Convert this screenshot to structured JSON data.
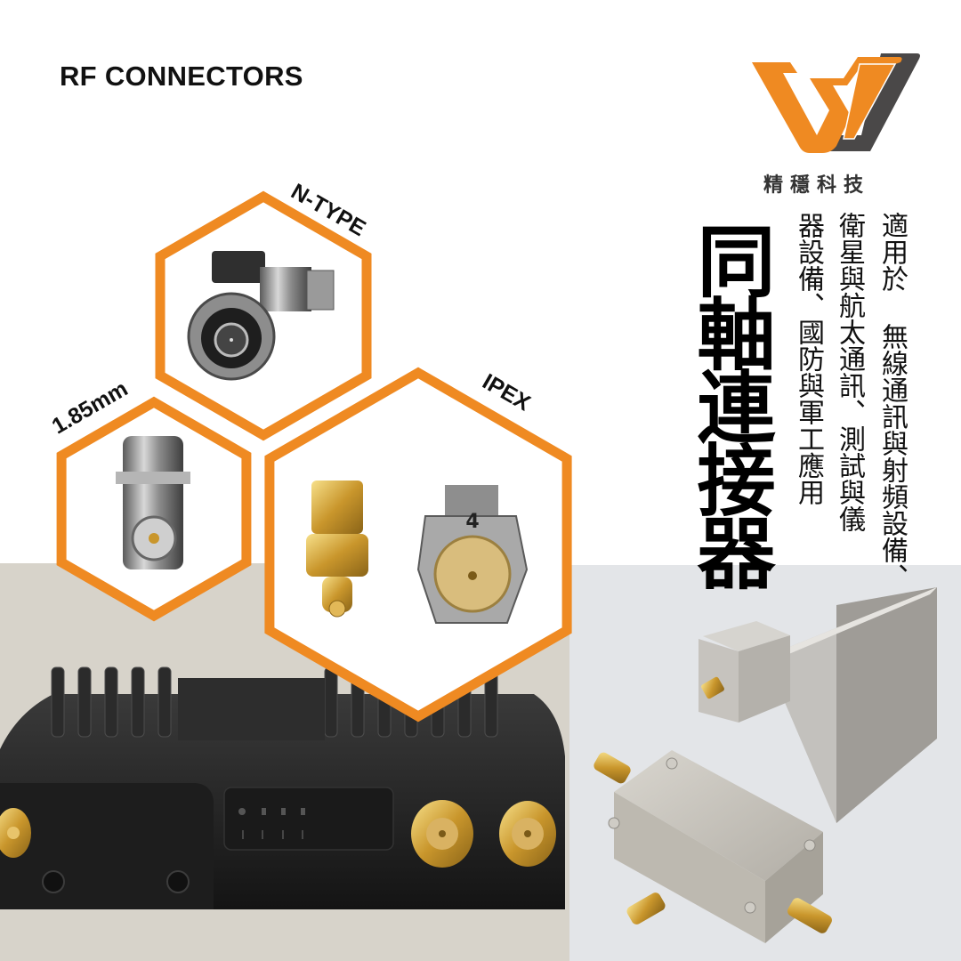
{
  "header": {
    "title": "RF CONNECTORS"
  },
  "brand": {
    "name": "精穩科技",
    "logo_icon": "vw-logo-icon",
    "colors": {
      "orange": "#ef8a22",
      "dark": "#4a4848"
    }
  },
  "main_title": "同軸連接器",
  "description_lines": [
    "適用於 無線通訊與射頻設備、",
    "衛星與航太通訊、測試與儀",
    "器設備、國防與軍工應用"
  ],
  "connectors": [
    {
      "label": "N-TYPE",
      "image": "n-type-right-angle-connector"
    },
    {
      "label": "1.85mm",
      "image": "1-85mm-adapter"
    },
    {
      "label": "IPEX",
      "image": "ipex-connectors"
    }
  ],
  "products": [
    {
      "name": "router-with-sma-ports"
    },
    {
      "name": "horn-antenna"
    },
    {
      "name": "rf-power-divider"
    }
  ],
  "accent_color": "#ef8a22"
}
